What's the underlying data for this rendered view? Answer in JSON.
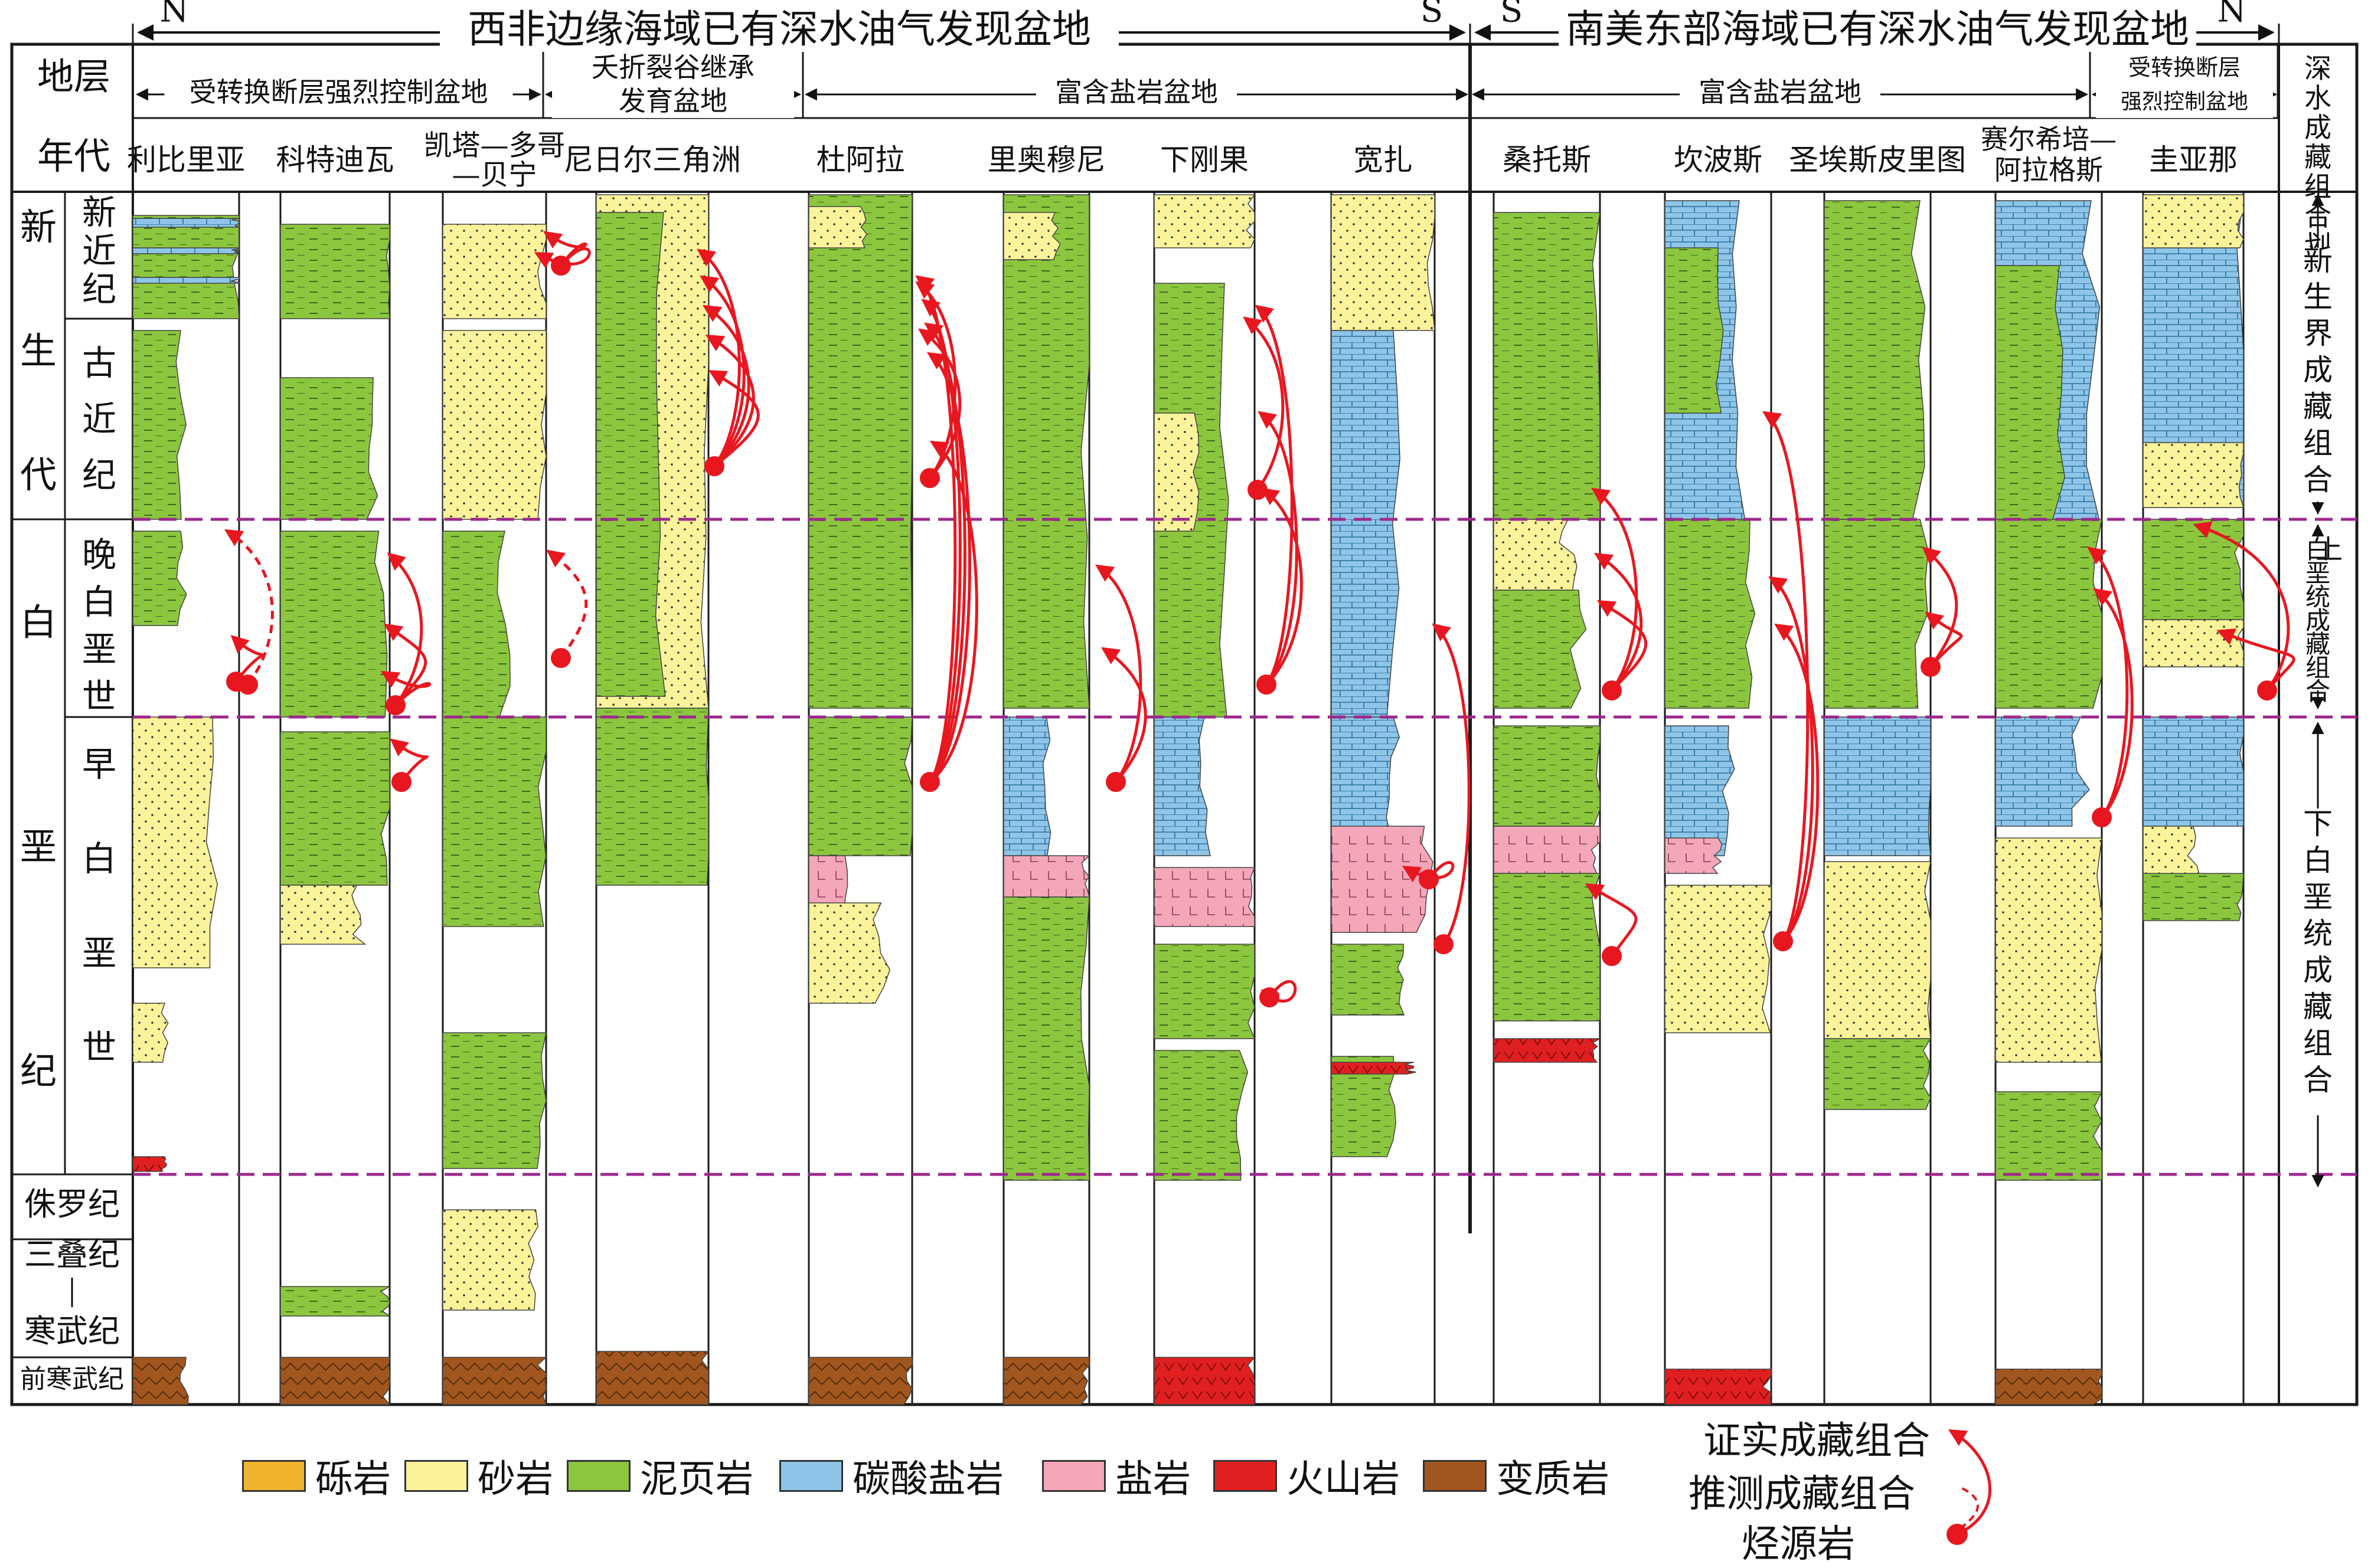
{
  "header": {
    "west_africa": "西非边缘海域已有深水油气发现盆地",
    "south_america": "南美东部海域已有深水油气发现盆地",
    "west_africa_left_dir": "N",
    "west_africa_right_dir": "S",
    "south_america_left_dir": "S",
    "south_america_right_dir": "N"
  },
  "corner": {
    "top": "地层",
    "bottom": "年代"
  },
  "groups": [
    {
      "id": "g1",
      "label": "受转换断层强烈控制盆地"
    },
    {
      "id": "g2",
      "label": "夭折裂谷继承发育盆地"
    },
    {
      "id": "g3",
      "label": "富含盐岩盆地"
    },
    {
      "id": "g4",
      "label": "富含盐岩盆地"
    },
    {
      "id": "g5",
      "label": "受转换断层强烈控制盆地"
    }
  ],
  "basins": [
    {
      "name": "利比里亚"
    },
    {
      "name": "科特迪瓦"
    },
    {
      "name": "凯塔—多哥—贝宁"
    },
    {
      "name": "尼日尔三角洲"
    },
    {
      "name": "杜阿拉"
    },
    {
      "name": "里奥穆尼"
    },
    {
      "name": "下刚果"
    },
    {
      "name": "宽扎"
    },
    {
      "name": "桑托斯"
    },
    {
      "name": "坎波斯"
    },
    {
      "name": "圣埃斯皮里图"
    },
    {
      "name": "赛尔希培—阿拉格斯"
    },
    {
      "name": "圭亚那"
    }
  ],
  "right_header": "深水成藏组合划分",
  "strata": {
    "era_cenozoic": "新生代",
    "neogene": "新近纪",
    "paleogene": "古近纪",
    "period_cretaceous": "白垩纪",
    "late_cretaceous": "晚白垩世",
    "early_cretaceous": "早白垩世",
    "jurassic": "侏罗纪",
    "triassic_cambrian": "三叠纪—寒武纪",
    "precambrian": "前寒武纪"
  },
  "plays": [
    {
      "id": "cenozoic",
      "label": "新生界成藏组合"
    },
    {
      "id": "upper_cretaceous",
      "label": "上白垩统成藏组合"
    },
    {
      "id": "lower_cretaceous",
      "label": "下白垩统成藏组合"
    }
  ],
  "legend": [
    {
      "label": "砾岩",
      "color": "#f0b52c"
    },
    {
      "label": "砂岩",
      "color": "#fbf39a"
    },
    {
      "label": "泥页岩",
      "color": "#8cc63f"
    },
    {
      "label": "碳酸盐岩",
      "color": "#8ec5e8"
    },
    {
      "label": "盐岩",
      "color": "#f4a7b9"
    },
    {
      "label": "火山岩",
      "color": "#e02020"
    },
    {
      "label": "变质岩",
      "color": "#a0561e"
    }
  ],
  "key": {
    "proven": "证实成藏组合",
    "inferred": "推测成藏组合",
    "source": "烃源岩"
  },
  "colors": {
    "arrow": "#e8171f",
    "dashed_line": "#9c2a8c",
    "line": "#1a1a1a"
  }
}
